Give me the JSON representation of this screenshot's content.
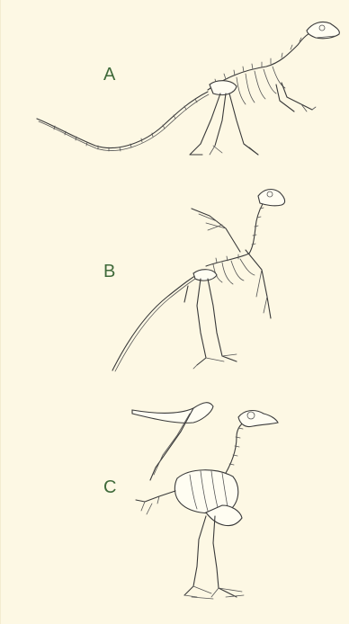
{
  "figure": {
    "labels": {
      "a": "A",
      "b": "B",
      "c": "C"
    },
    "colors": {
      "background": "#fdf8e4",
      "label": "#3f6a3a",
      "line": "#3a3a3a"
    }
  }
}
